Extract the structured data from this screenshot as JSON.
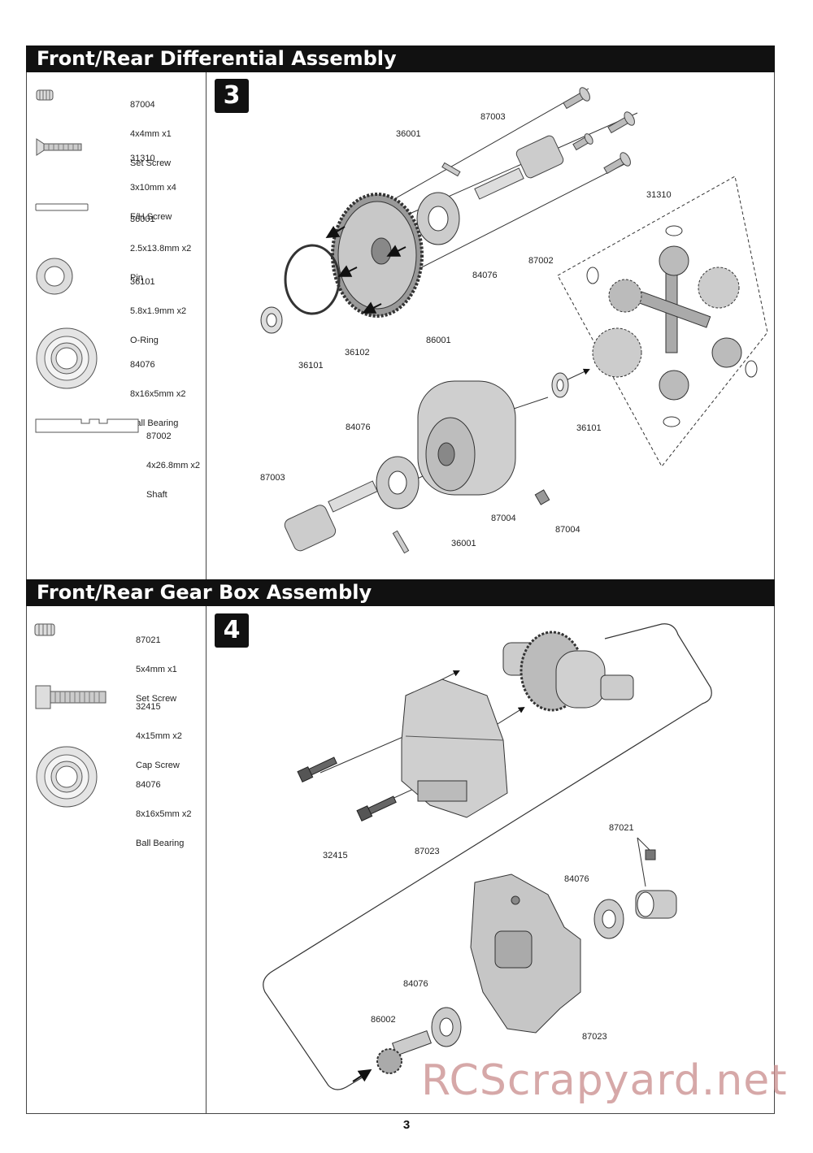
{
  "sections": [
    {
      "title": "Front/Rear Differential Assembly",
      "step": "3",
      "parts": [
        {
          "code": "87004",
          "lines": [
            "4x4mm x1",
            "Set Screw"
          ],
          "icon": "set-screw"
        },
        {
          "code": "31310",
          "lines": [
            "3x10mm x4",
            "F/H Screw"
          ],
          "icon": "flat-head-screw"
        },
        {
          "code": "36001",
          "lines": [
            "2.5x13.8mm x2",
            "Pin"
          ],
          "icon": "pin"
        },
        {
          "code": "36101",
          "lines": [
            "5.8x1.9mm x2",
            "O-Ring"
          ],
          "icon": "o-ring"
        },
        {
          "code": "84076",
          "lines": [
            "8x16x5mm x2",
            "Ball Bearing"
          ],
          "icon": "ball-bearing"
        },
        {
          "code": "87002",
          "lines": [
            "4x26.8mm x2",
            "Shaft"
          ],
          "icon": "shaft"
        }
      ],
      "callouts": [
        "87003",
        "36001",
        "31310",
        "87002",
        "84076",
        "36102",
        "86001",
        "36101",
        "84076",
        "87003",
        "36101",
        "87004",
        "87004",
        "36001"
      ]
    },
    {
      "title": "Front/Rear Gear Box Assembly",
      "step": "4",
      "parts": [
        {
          "code": "87021",
          "lines": [
            "5x4mm x1",
            "Set Screw"
          ],
          "icon": "set-screw"
        },
        {
          "code": "32415",
          "lines": [
            "4x15mm x2",
            "Cap Screw"
          ],
          "icon": "cap-screw"
        },
        {
          "code": "84076",
          "lines": [
            "8x16x5mm x2",
            "Ball Bearing"
          ],
          "icon": "ball-bearing"
        }
      ],
      "callouts": [
        "32415",
        "87023",
        "87021",
        "84076",
        "84076",
        "86002",
        "87023"
      ]
    }
  ],
  "page_number": "3",
  "watermark": "RCScrapyard.net"
}
